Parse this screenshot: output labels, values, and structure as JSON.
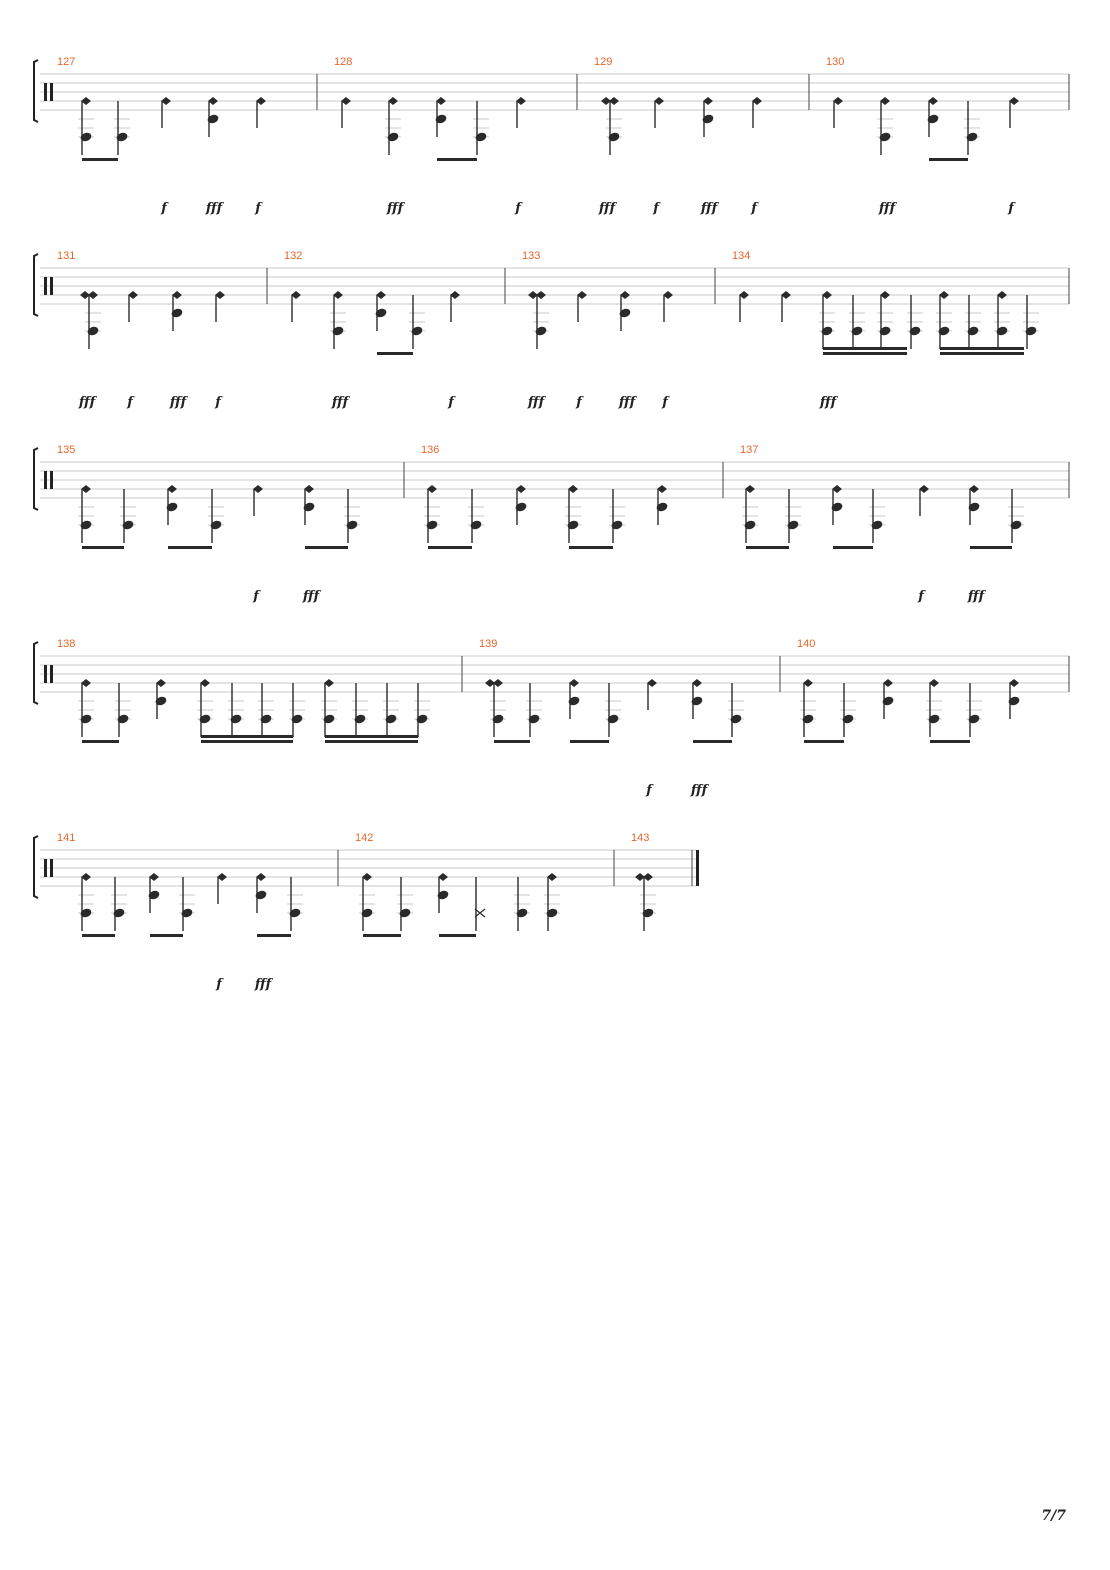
{
  "page_number": "7/7",
  "systems": [
    {
      "bars": [
        {
          "number": "127",
          "dynamics": [
            "f",
            "fff",
            "f"
          ]
        },
        {
          "number": "128",
          "dynamics": [
            "fff",
            "f"
          ]
        },
        {
          "number": "129",
          "dynamics": [
            "fff",
            "f",
            "fff",
            "f"
          ]
        },
        {
          "number": "130",
          "dynamics": [
            "fff",
            "f"
          ]
        }
      ]
    },
    {
      "bars": [
        {
          "number": "131",
          "dynamics": [
            "fff",
            "f",
            "fff",
            "f"
          ]
        },
        {
          "number": "132",
          "dynamics": [
            "fff",
            "f"
          ]
        },
        {
          "number": "133",
          "dynamics": [
            "fff",
            "f",
            "fff",
            "f"
          ]
        },
        {
          "number": "134",
          "dynamics": [
            "fff"
          ]
        }
      ]
    },
    {
      "bars": [
        {
          "number": "135",
          "dynamics": [
            "f",
            "fff"
          ]
        },
        {
          "number": "136",
          "dynamics": []
        },
        {
          "number": "137",
          "dynamics": [
            "f",
            "fff"
          ]
        }
      ]
    },
    {
      "bars": [
        {
          "number": "138",
          "dynamics": []
        },
        {
          "number": "139",
          "dynamics": [
            "f",
            "fff"
          ]
        },
        {
          "number": "140",
          "dynamics": []
        }
      ]
    },
    {
      "bars": [
        {
          "number": "141",
          "dynamics": [
            "f",
            "fff"
          ]
        },
        {
          "number": "142",
          "dynamics": []
        },
        {
          "number": "143",
          "dynamics": []
        }
      ]
    }
  ],
  "colors": {
    "bar_number": "#e8662a",
    "ink": "#2a2a2a",
    "staff": "#c8c8c8"
  }
}
